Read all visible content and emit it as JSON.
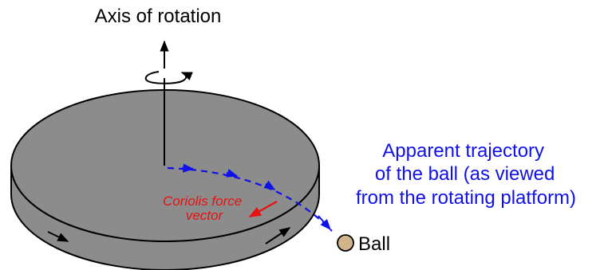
{
  "axis_label": "Axis of rotation",
  "trajectory_label": {
    "lines": [
      "Apparent trajectory",
      "of the ball (as viewed",
      "from the rotating platform)"
    ]
  },
  "coriolis_label": {
    "lines": [
      "Coriolis force",
      "vector"
    ]
  },
  "ball_label": "Ball",
  "colors": {
    "platform_fill": "#8c8c8c",
    "trajectory": "#1010e8",
    "coriolis": "#e81010",
    "ball_fill": "#d2b48c",
    "stroke": "#000000"
  },
  "icons": {
    "rotation_arrow": "curved-arrow-icon",
    "axis_arrow": "arrow-up-icon"
  }
}
